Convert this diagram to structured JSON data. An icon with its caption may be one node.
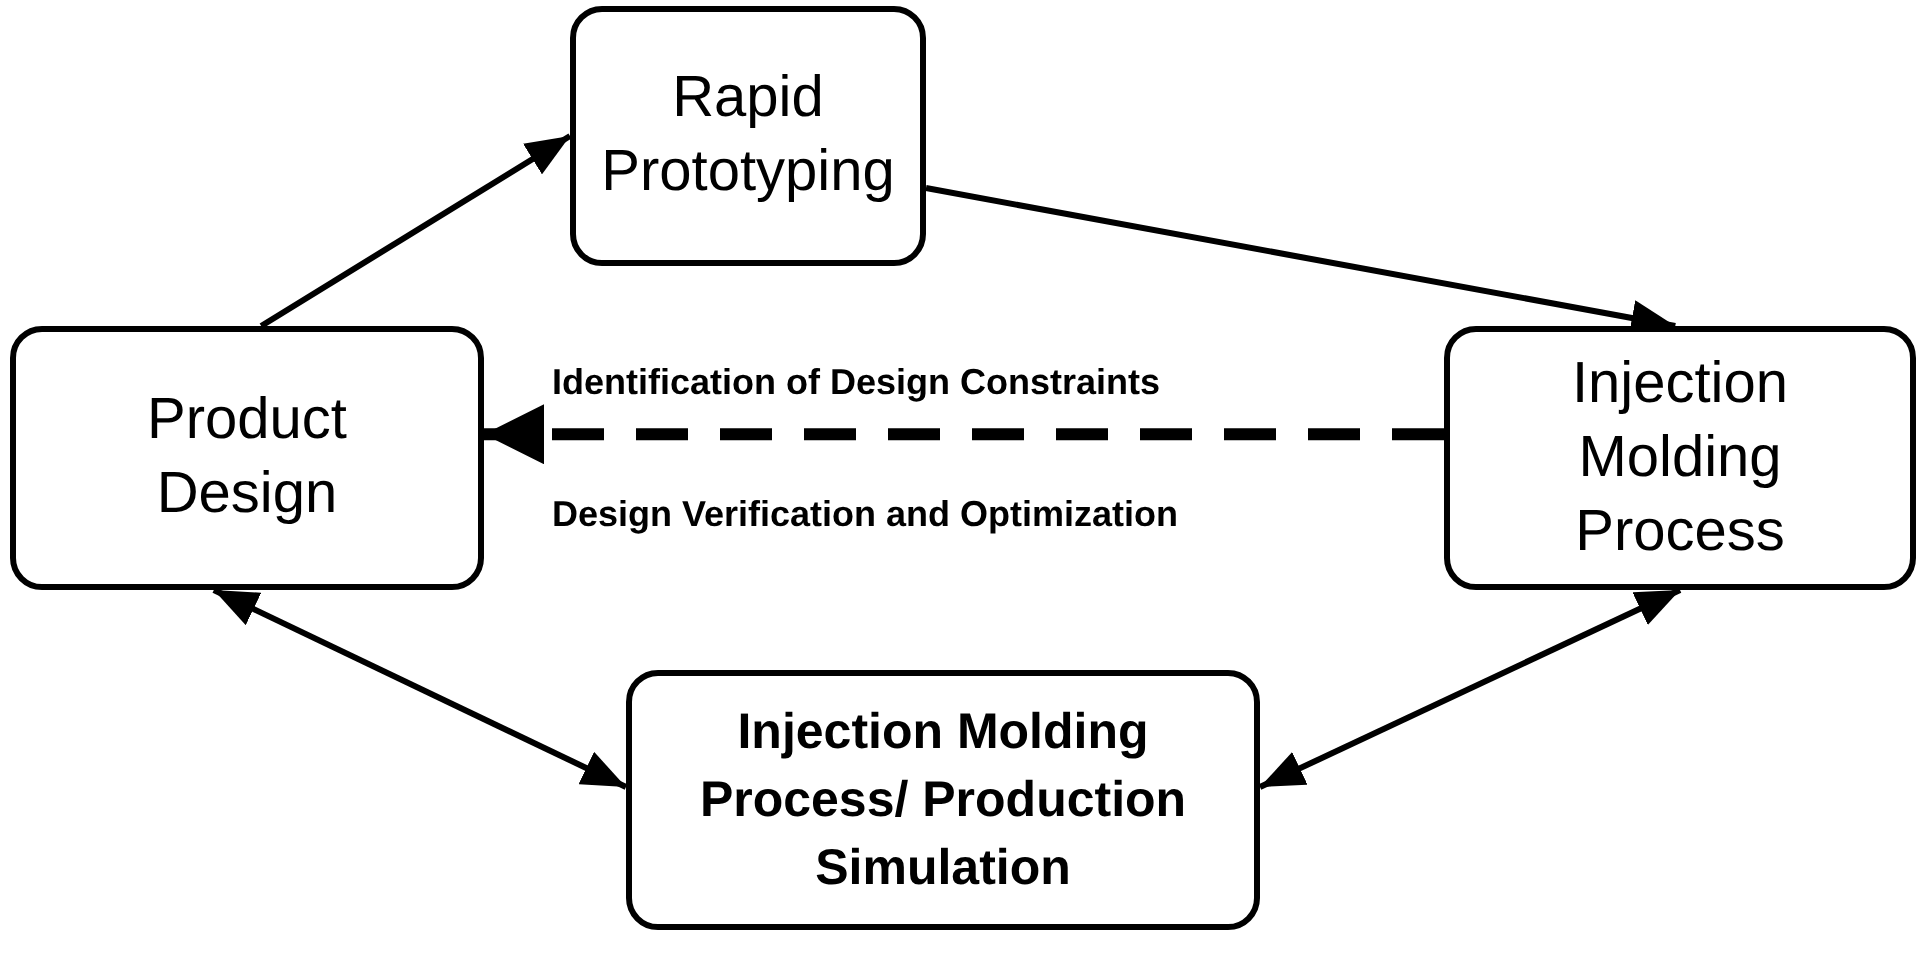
{
  "diagram": {
    "nodes": [
      {
        "text": [
          "Rapid Prototyping"
        ]
      },
      {
        "text": [
          "Product Design"
        ]
      },
      {
        "text": [
          "Injection Molding Process"
        ]
      },
      {
        "text": [
          "Injection Molding Process/ Production Simulation"
        ]
      }
    ],
    "edges": [
      {
        "from": 1,
        "to": 0,
        "arrow": "to"
      },
      {
        "from": 0,
        "to": 2,
        "arrow": "to"
      },
      {
        "from": 2,
        "to": 1,
        "arrow": "to",
        "style": "dashed",
        "label": "Identification of Design Constraints"
      },
      {
        "from": 1,
        "to": 3,
        "arrow": "both"
      },
      {
        "from": 3,
        "to": 2,
        "arrow": "both"
      }
    ],
    "labels": [
      "Design Verification and Optimization"
    ]
  }
}
